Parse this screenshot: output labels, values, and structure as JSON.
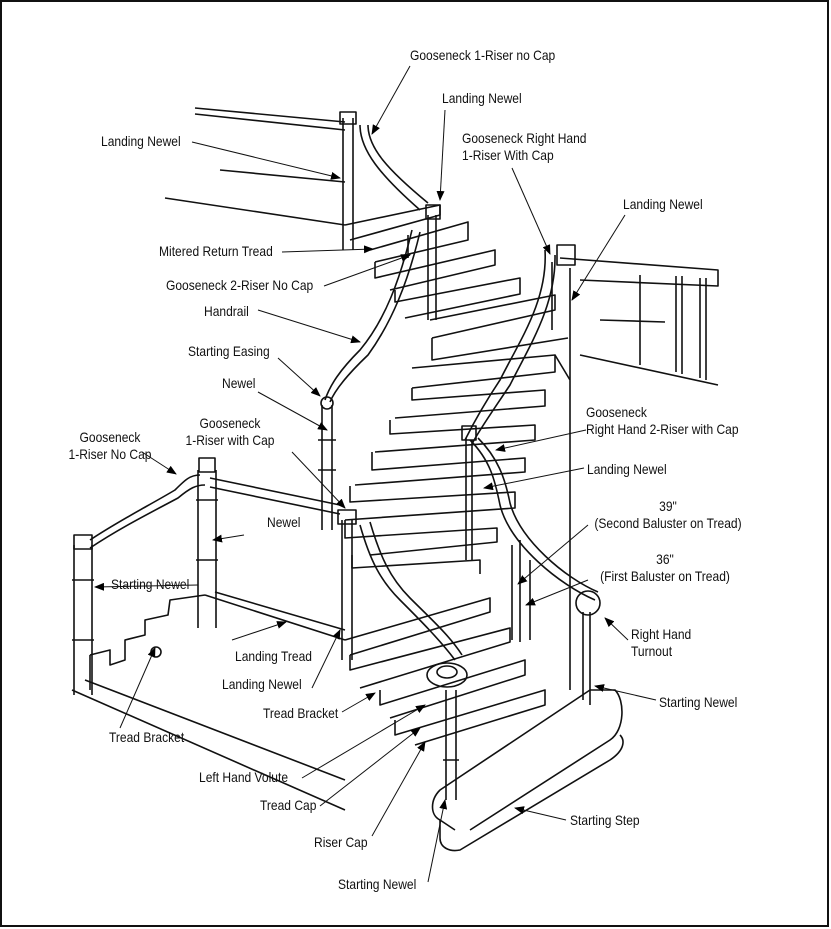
{
  "labels": {
    "gooseneck_1riser_no_cap_top": "Gooseneck 1-Riser no Cap",
    "landing_newel_top_center": "Landing Newel",
    "landing_newel_top_left": "Landing Newel",
    "gooseneck_right_hand_1riser_with_cap": "Gooseneck Right Hand\n1-Riser With Cap",
    "landing_newel_top_right": "Landing Newel",
    "mitered_return_tread": "Mitered Return Tread",
    "gooseneck_2riser_no_cap": "Gooseneck 2-Riser No Cap",
    "handrail": "Handrail",
    "starting_easing": "Starting Easing",
    "newel_upper": "Newel",
    "gooseneck_1riser_with_cap": "Gooseneck\n1-Riser with Cap",
    "gooseneck_1riser_no_cap_left": "Gooseneck\n1-Riser No Cap",
    "gooseneck_right_hand_2riser_with_cap": "Gooseneck\nRight Hand 2-Riser with Cap",
    "landing_newel_right_mid": "Landing Newel",
    "second_baluster": "39\"\n(Second Baluster on Tread)",
    "first_baluster": "36\"\n(First Baluster on Tread)",
    "newel_lower": "Newel",
    "starting_newel_left": "Starting Newel",
    "right_hand_turnout": "Right Hand\nTurnout",
    "landing_tread": "Landing Tread",
    "landing_newel_lower": "Landing Newel",
    "starting_newel_right": "Starting Newel",
    "tread_bracket_center": "Tread Bracket",
    "tread_bracket_left": "Tread Bracket",
    "left_hand_volute": "Left Hand Volute",
    "tread_cap": "Tread Cap",
    "starting_step": "Starting Step",
    "riser_cap": "Riser Cap",
    "starting_newel_bottom": "Starting Newel"
  }
}
